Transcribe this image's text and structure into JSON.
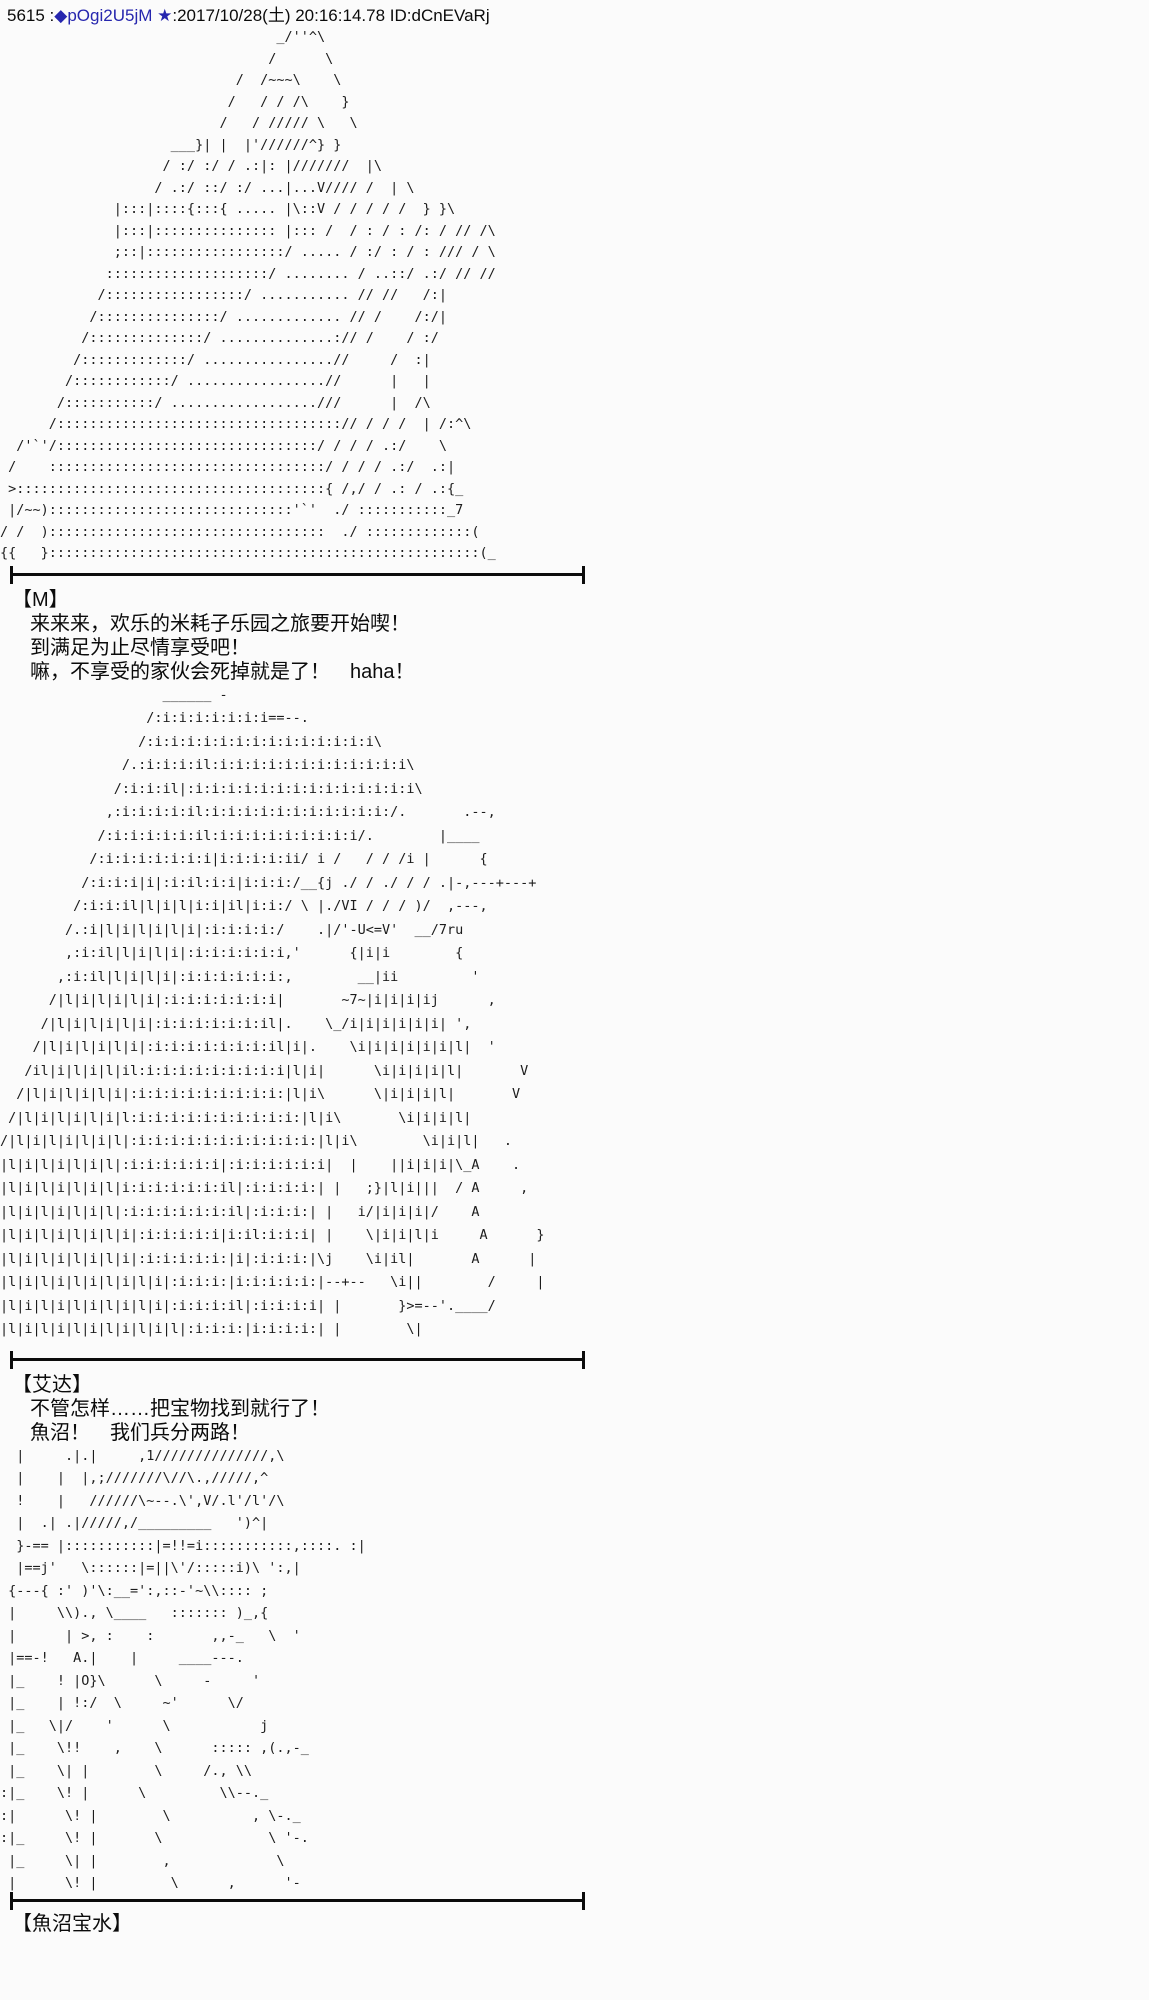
{
  "page": {
    "background": "#fbfbfb",
    "text_color": "#0b0b0b",
    "name_color": "#2626ae"
  },
  "post_header": {
    "number": "5615",
    "sep1": " :",
    "name": "◆pOgi2U5jM ★",
    "sep2": ":",
    "datetime": "2017/10/28(土) 20:16:14.78",
    "id": "ID:dCnEVaRj"
  },
  "dialogues": [
    {
      "speaker": "【M】",
      "lines": [
        "来来来，欢乐的米耗子乐园之旅要开始喫！",
        "到满足为止尽情享受吧！",
        "嘛，不享受的家伙会死掉就是了！　haha！"
      ]
    },
    {
      "speaker": "【艾达】",
      "lines": [
        "不管怎样……把宝物找到就行了！",
        "魚沼！　我们兵分两路！"
      ]
    },
    {
      "speaker": "【魚沼宝水】",
      "lines": []
    }
  ],
  "ascii_art": {
    "block1": [
      "                                  _/''^\\",
      "                                 /      \\",
      "                             /  /~~~\\    \\",
      "                            /   / / /\\    }",
      "                           /   / ///// \\   \\",
      "                     ___}| |  |'//////^} }",
      "                    / :/ :/ / .:|: |///////  |\\",
      "                   / .:/ ::/ :/ ...|...V//// /  | \\",
      "              |:::|::::{:::{ ..... |\\::V / / / / /  } }\\",
      "              |:::|::::::::::::::: |::: /  / : / : /: / // /\\",
      "              ;::|:::::::::::::::::/ ..... / :/ : / : /// / \\",
      "             ::::::::::::::::::::/ ........ / ..::/ .:/ // //",
      "            /:::::::::::::::::/ ........... // //   /:|",
      "           /:::::::::::::::/ ............. // /    /:/|",
      "          /::::::::::::::/ ..............:// /    / :/",
      "         /:::::::::::::/ ................//     /  :|",
      "        /::::::::::::/ .................//      |   |",
      "       /:::::::::::/ ..................///      |  /\\",
      "      /:::::::::::::::::::::::::::::::::::// / / /  | /:^\\",
      "  /'`'/::::::::::::::::::::::::::::::::/ / / / .:/    \\",
      " /    ::::::::::::::::::::::::::::::::::/ / / / .:/  .:|",
      " >::::::::::::::::::::::::::::::::::::::{ /,/ / .: / .:{_",
      " |/~~)::::::::::::::::::::::::::::::'`'  ./ :::::::::::_7",
      "/ /  )::::::::::::::::::::::::::::::::::  ./ :::::::::::::(",
      "{{   }:::::::::::::::::::::::::::::::::::::::::::::::::::::(_"
    ],
    "block2": [
      "                    ______ -",
      "                  /:i:i:i:i:i:i:i==--.",
      "                 /:i:i:i:i:i:i:i:i:i:i:i:i:i:i\\",
      "               /.:i:i:i:il:i:i:i:i:i:i:i:i:i:i:i:i\\",
      "              /:i:i:il|:i:i:i:i:i:i:i:i:i:i:i:i:i:i\\",
      "             ,:i:i:i:i:il:i:i:i:i:i:i:i:i:i:i:i:/.       .--,",
      "            /:i:i:i:i:i:il:i:i:i:i:i:i:i:i:i/.        |____",
      "           /:i:i:i:i:i:i:i|i:i:i:i:ii/ i /   / / /i |      {",
      "          /:i:i:i|i|:i:il:i:i|i:i:i:/__{j ./ / ./ / / .|-,---+---+",
      "         /:i:i:il|l|i|l|i:i|il|i:i:/ \\ |./VI / / / )/  ,---,",
      "        /.:i|l|i|l|i|l|i|:i:i:i:i:/    .|/'-U<=V'  __/7ru",
      "        ,:i:il|l|i|l|i|:i:i:i:i:i:i,'      {|i|i        {",
      "       ,:i:il|l|i|l|i|:i:i:i:i:i:i:,        __|ii         '",
      "      /|l|i|l|i|l|i|:i:i:i:i:i:i:i|       ~7~|i|i|i|ij      ,",
      "     /|l|i|l|i|l|i|:i:i:i:i:i:i:il|.    \\_/i|i|i|i|i|i| ',",
      "    /|l|i|l|i|l|i|:i:i:i:i:i:i:i:il|i|.    \\i|i|i|i|i|i|l|  '",
      "   /il|i|l|i|l|il:i:i:i:i:i:i:i:i:i|l|i|      \\i|i|i|i|l|       V",
      "  /|l|i|l|i|l|i|:i:i:i:i:i:i:i:i:i:|l|i\\      \\|i|i|i|l|       V",
      " /|l|i|l|i|l|i|l:i:i:i:i:i:i:i:i:i:i:|l|i\\       \\i|i|i|l|",
      "/|l|i|l|i|l|i|l|:i:i:i:i:i:i:i:i:i:i:i:|l|i\\        \\i|i|l|   .",
      "|l|i|l|i|l|i|l|:i:i:i:i:i:i|:i:i:i:i:i:i|  |    ||i|i|i|\\_A    .",
      "|l|i|l|i|l|i|l|i:i:i:i:i:i:il|:i:i:i:i:| |   ;}|l|i|||  / A     ,",
      "|l|i|l|i|l|i|l|:i:i:i:i:i:i:il|:i:i:i:| |   i/|i|i|i|/    A",
      "|l|i|l|i|l|i|l|i|:i:i:i:i:i|i:il:i:i:i| |    \\|i|i|l|i     A      }",
      "|l|i|l|i|l|i|l|i|:i:i:i:i:i:|i|:i:i:i:|\\j    \\i|il|       A      |",
      "|l|i|l|i|l|i|l|i|l|i|:i:i:i:|i:i:i:i:i:|--+--   \\i||        /     |",
      "|l|i|l|i|l|i|l|i|l|i|:i:i:i:il|:i:i:i:i| |       }>=--'.____/",
      "|l|i|l|i|l|i|l|i|l|i|l|:i:i:i:|i:i:i:i:| |        \\|"
    ],
    "block3": [
      "  |     .|.|     ,1//////////////,\\",
      "  |    |  |,;///////\\//\\.,/////,^",
      "  !    |   //////\\~--.\\',V/.l'/l'/\\",
      "  |  .| .|/////,/_________   ')^|",
      "  }-== |:::::::::::|=!!=i:::::::::::,::::. :|",
      "  |==j'   \\::::::|=||\\'/:::::i)\\ ':,|",
      " {---{ :' )'\\:__=':,::-'~\\\\:::: ;",
      " |     \\\\)., \\____   ::::::: )_,{",
      " |      | >, :    :       ,,-_   \\  '",
      " |==-!   A.|    |     ____---.",
      " |_    ! |O}\\      \\     -     '",
      " |_    | !:/  \\     ~'      \\/",
      " |_   \\|/    '      \\           j",
      " |_    \\!!    ,    \\      ::::: ,(.,-_",
      " |_    \\| |        \\     /., \\\\",
      ":|_    \\! |      \\         \\\\--._",
      ":|      \\! |        \\          , \\-._",
      ":|_     \\! |       \\             \\ '-.",
      " |_     \\| |        ,             \\",
      " |      \\! |         \\      ,      '-"
    ]
  }
}
